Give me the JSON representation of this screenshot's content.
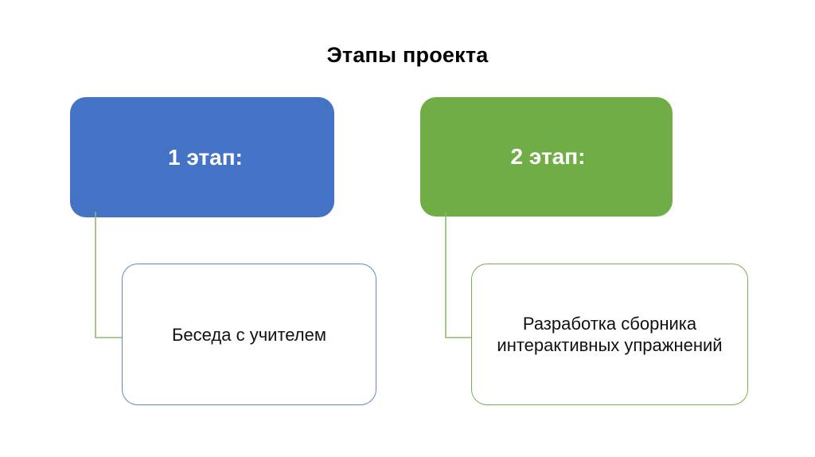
{
  "slide": {
    "title": "Этапы проекта",
    "background_color": "#ffffff"
  },
  "colors": {
    "stage_1_fill": "#4472C4",
    "stage_2_fill": "#70AD47",
    "detail_1_border": "#5B8CC6",
    "detail_2_border": "#7BAC54",
    "connector_stroke": "#8CB96A",
    "stage_label_text": "#FFFFFF",
    "detail_text": "#111111",
    "title_text": "#000000"
  },
  "stages": [
    {
      "id": "stage-1",
      "header_label": "1 этап:",
      "detail_text": "Беседа с учителем",
      "detail_lines": [
        "Беседа с учителем"
      ]
    },
    {
      "id": "stage-2",
      "header_label": "2 этап:",
      "detail_text": "Разработка сборника интерактивных упражнений",
      "detail_lines": [
        "Разработка сборника",
        "интерактивных",
        "упражнений"
      ]
    }
  ]
}
